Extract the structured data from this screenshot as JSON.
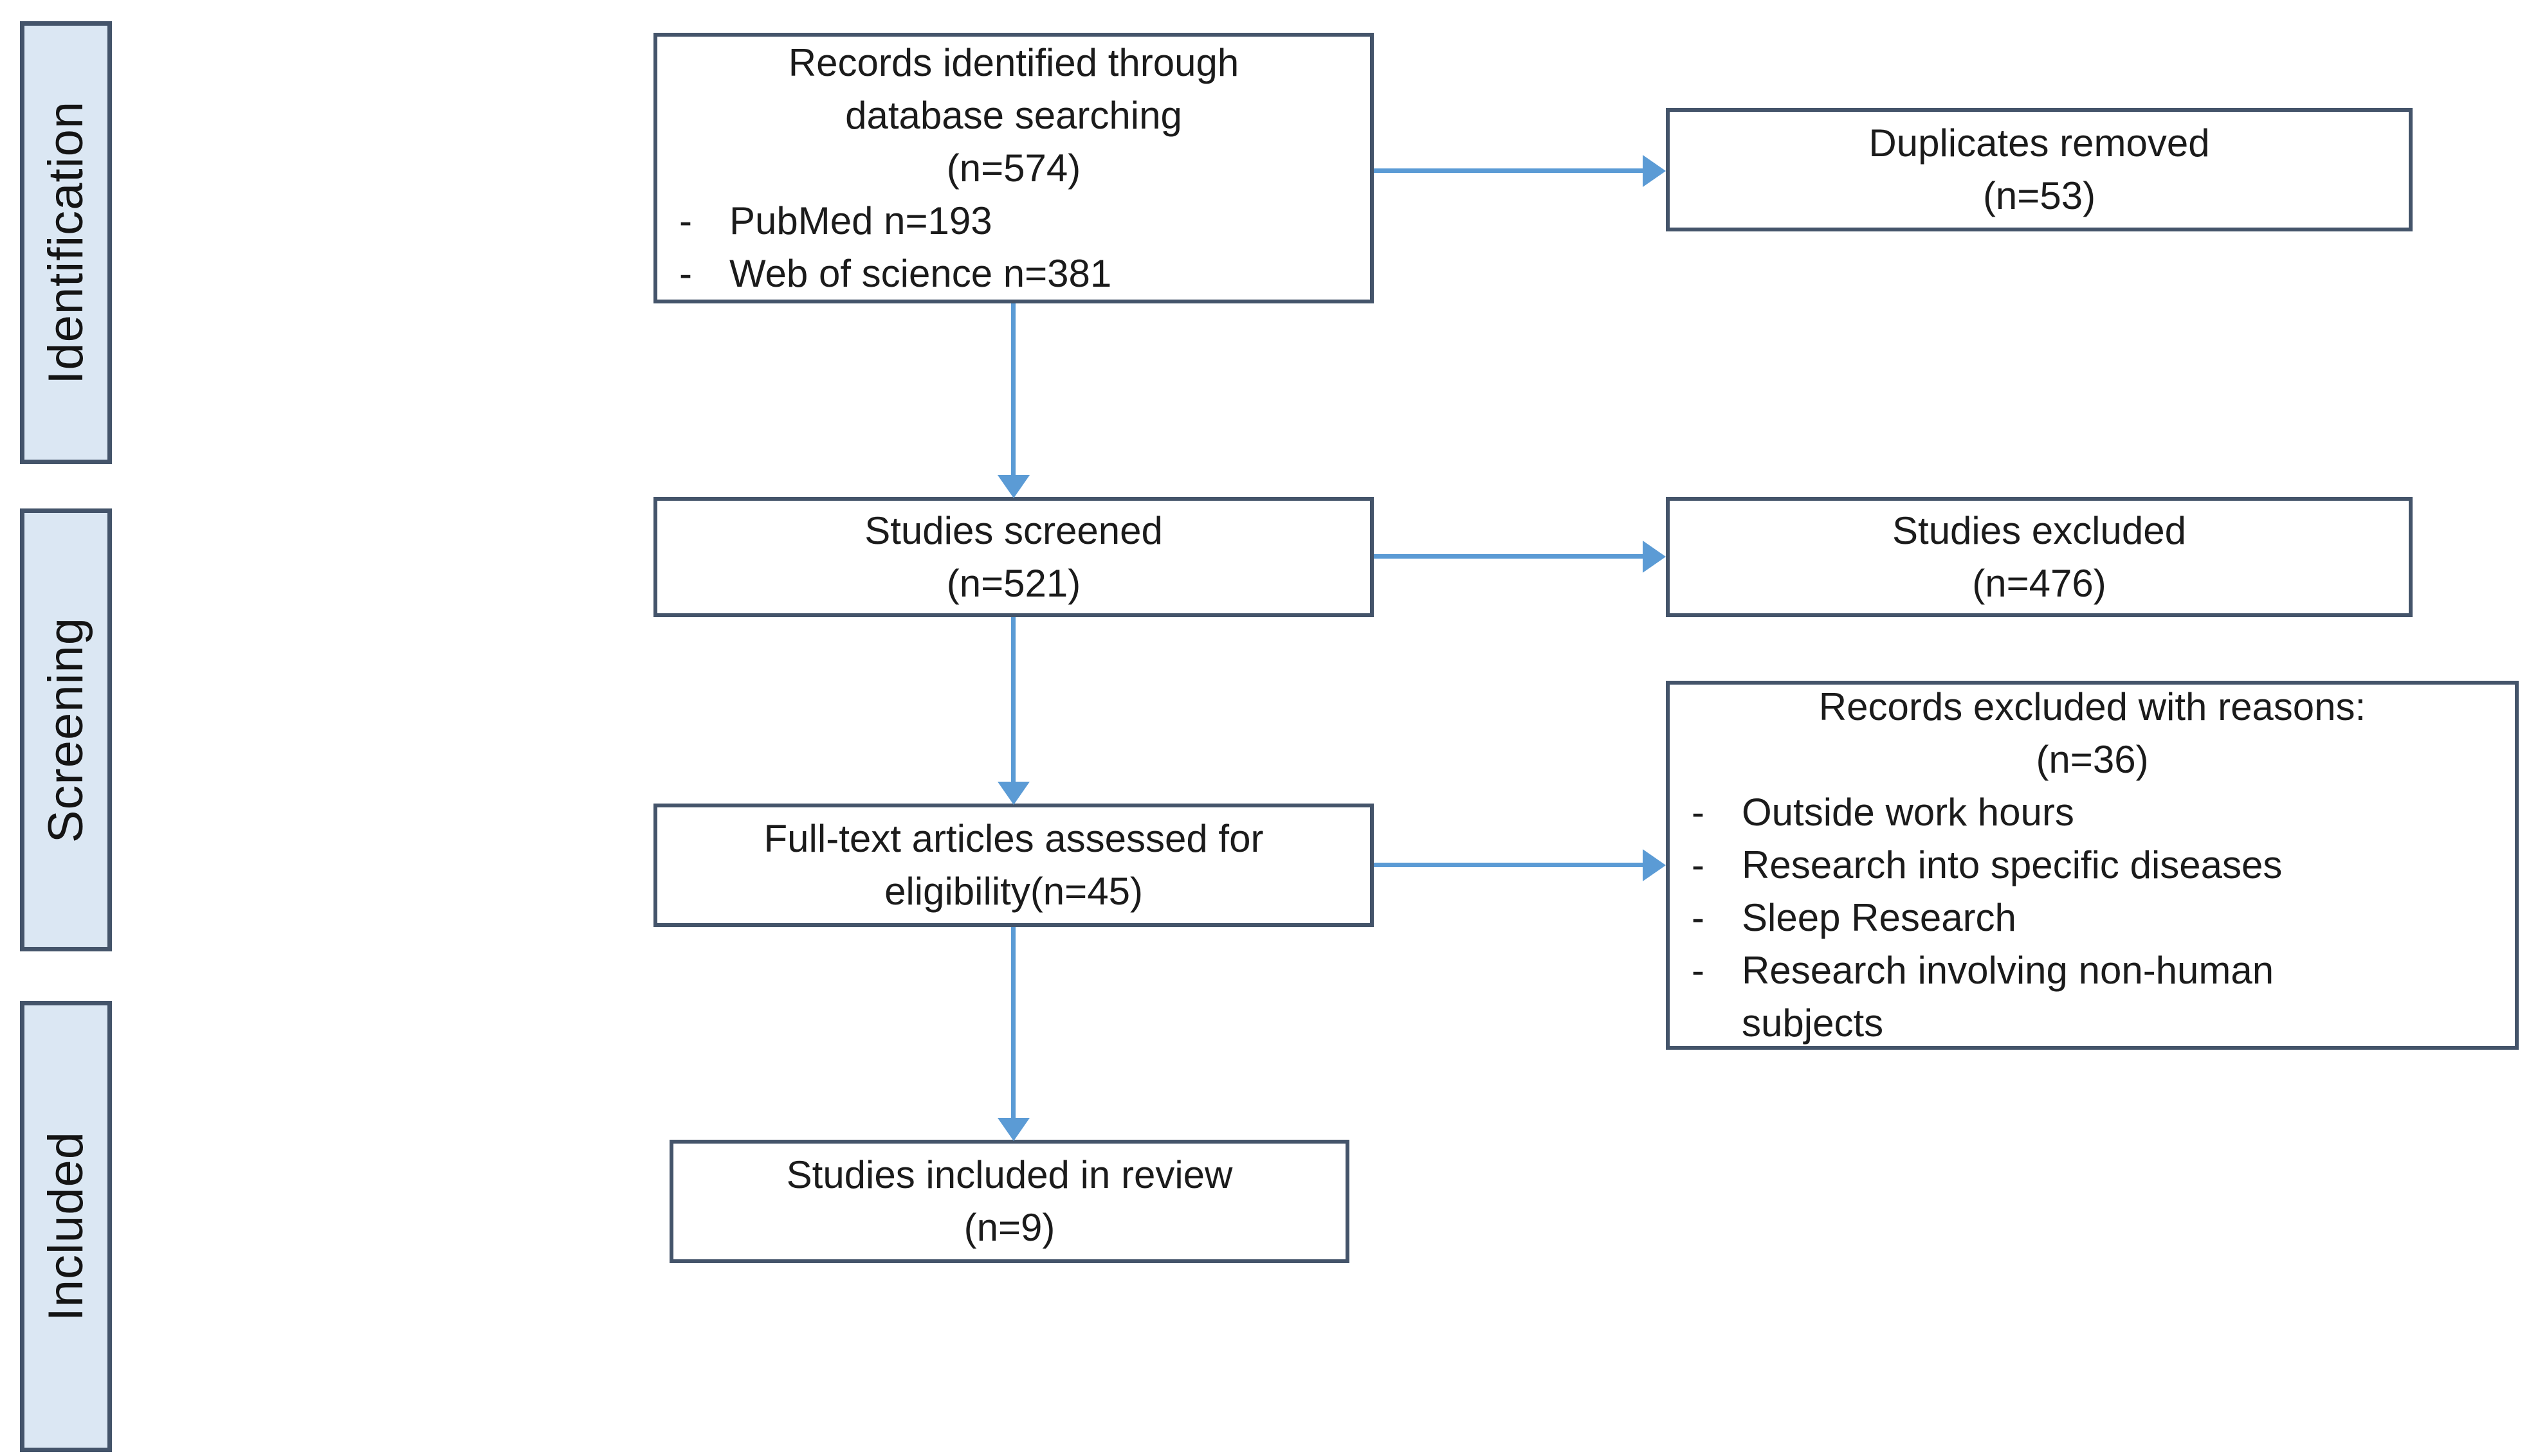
{
  "diagram": {
    "type": "prisma-flow",
    "bullet_marker": "-",
    "colors": {
      "arrow": "#5b9bd5",
      "box_border": "#44546a",
      "stage_fill": "#dbe7f3",
      "box_fill": "#ffffff",
      "text": "#1b1b1b"
    },
    "stages": [
      {
        "label": "Identification"
      },
      {
        "label": "Screening"
      },
      {
        "label": "Included"
      }
    ],
    "boxes": {
      "identified": {
        "lines": [
          "Records identified through",
          "database searching",
          "(n=574)"
        ],
        "bullets": [
          "PubMed n=193",
          "Web of science n=381"
        ]
      },
      "duplicates": {
        "lines": [
          "Duplicates removed",
          "(n=53)"
        ]
      },
      "screened": {
        "lines": [
          "Studies screened",
          "(n=521)"
        ]
      },
      "excluded": {
        "lines": [
          "Studies excluded",
          "(n=476)"
        ]
      },
      "fulltext": {
        "lines": [
          "Full-text articles assessed for",
          "eligibility(n=45)"
        ]
      },
      "reasons": {
        "lines": [
          "Records excluded with reasons:",
          "(n=36)"
        ],
        "bullets": [
          "Outside work hours",
          "Research into specific diseases",
          "Sleep Research",
          "Research involving non-human subjects"
        ]
      },
      "included": {
        "lines": [
          "Studies included in review",
          "(n=9)"
        ]
      }
    }
  }
}
